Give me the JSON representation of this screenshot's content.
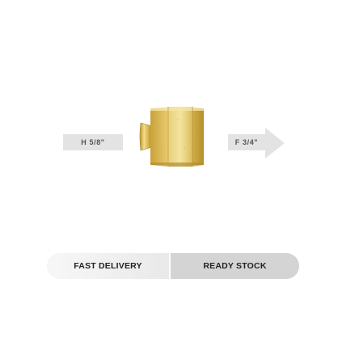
{
  "product": {
    "image_icon": "brass-flare-nut-icon",
    "brass_color": "#d9b54a"
  },
  "dimensions": {
    "left_label": "H 5/8\"",
    "right_label": "F 3/4\""
  },
  "badges": {
    "left_label": "FAST DELIVERY",
    "right_label": "READY STOCK"
  }
}
